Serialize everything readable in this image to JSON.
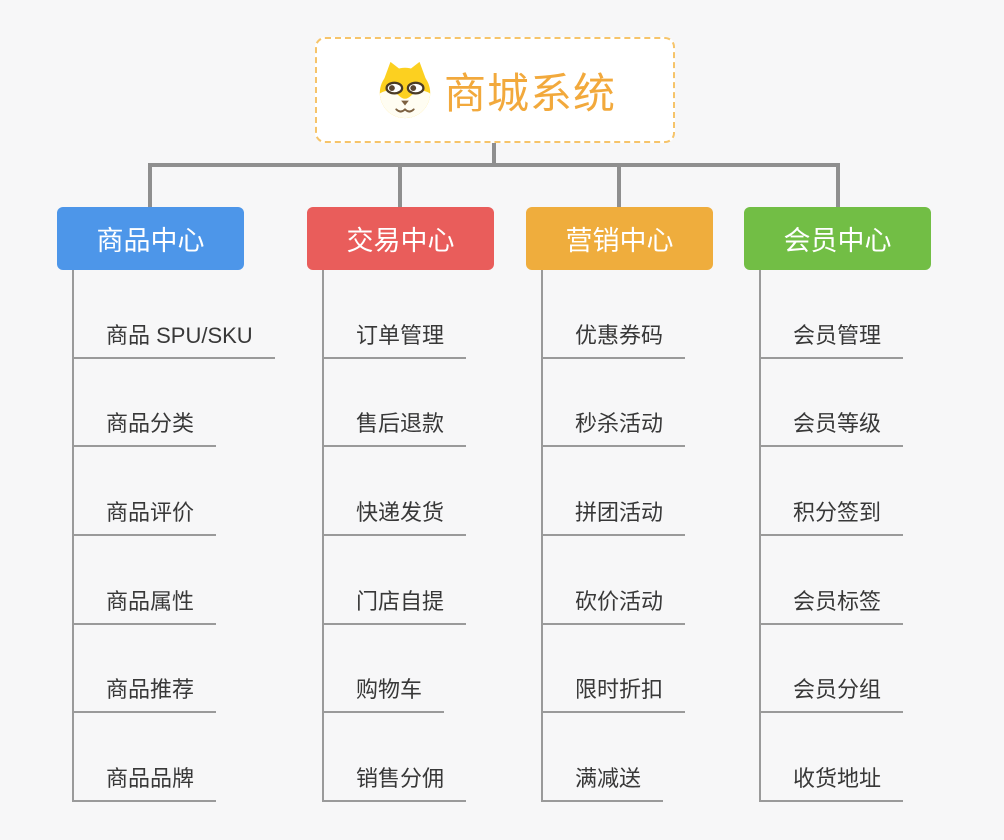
{
  "root": {
    "title": "商城系统",
    "icon": "dog-face-icon"
  },
  "branches": [
    {
      "label": "商品中心",
      "color": "#4d96e9",
      "children": [
        "商品 SPU/SKU",
        "商品分类",
        "商品评价",
        "商品属性",
        "商品推荐",
        "商品品牌"
      ]
    },
    {
      "label": "交易中心",
      "color": "#e95d5b",
      "children": [
        "订单管理",
        "售后退款",
        "快递发货",
        "门店自提",
        "购物车",
        "销售分佣"
      ]
    },
    {
      "label": "营销中心",
      "color": "#efad3d",
      "children": [
        "优惠券码",
        "秒杀活动",
        "拼团活动",
        "砍价活动",
        "限时折扣",
        "满减送"
      ]
    },
    {
      "label": "会员中心",
      "color": "#72be45",
      "children": [
        "会员管理",
        "会员等级",
        "积分签到",
        "会员标签",
        "会员分组",
        "收货地址"
      ]
    }
  ],
  "colors": {
    "background": "#f7f7f8",
    "connector": "#8f8f8f",
    "leaf_line": "#9a9a9a",
    "leaf_text": "#383838",
    "root_border": "#f6c46a",
    "root_title": "#f2a93c",
    "dog_yellow": "#fcd020"
  }
}
